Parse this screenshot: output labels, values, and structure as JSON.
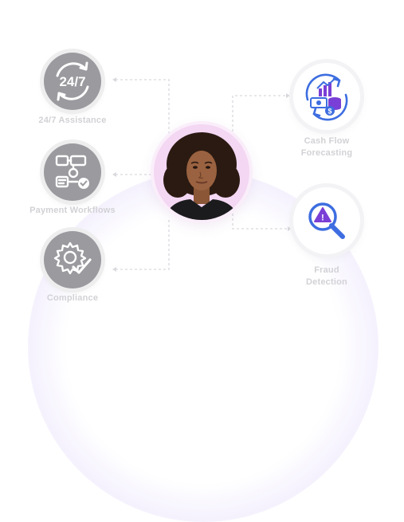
{
  "center": {
    "avatar_icon": "person-portrait"
  },
  "left_features": [
    {
      "label": "24/7 Assistance",
      "icon": "clock-24-7-icon",
      "icon_text": "24/7"
    },
    {
      "label": "Payment Workflows",
      "icon": "workflow-icon"
    },
    {
      "label": "Compliance",
      "icon": "gear-check-icon"
    }
  ],
  "right_features": [
    {
      "label_line1": "Cash Flow",
      "label_line2": "Forecasting",
      "icon": "cash-flow-forecast-icon",
      "icon_text": "$"
    },
    {
      "label_line1": "Fraud",
      "label_line2": "Detection",
      "icon": "fraud-magnifier-icon",
      "icon_text": "!"
    }
  ],
  "colors": {
    "grey_node": "#9a9a9f",
    "label": "#d2d2d6",
    "accent_blue": "#3d6de0",
    "accent_purple": "#7a3fd6",
    "avatar_bg": "#f4d7f3"
  }
}
